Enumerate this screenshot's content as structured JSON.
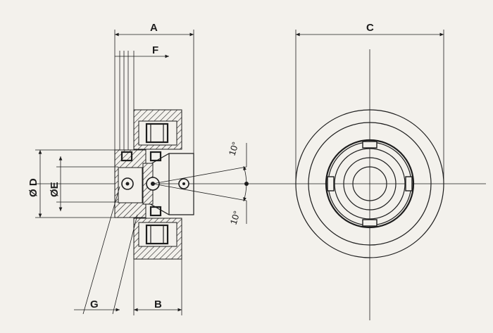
{
  "labels": {
    "a": "A",
    "b": "B",
    "c": "C",
    "d": "Ø D",
    "e": "ØE",
    "f": "F",
    "g": "G",
    "angle_top": "10°",
    "angle_bottom": "10°"
  },
  "colors": {
    "ink": "#1d1d1d",
    "paper": "#f3f1ec"
  }
}
